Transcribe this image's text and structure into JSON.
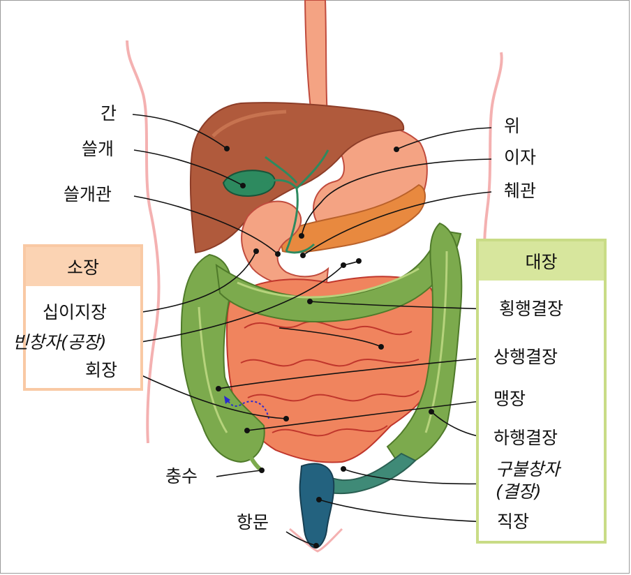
{
  "labels": {
    "liver": "간",
    "gallbladder": "쓸개",
    "bile_duct": "쓸개관",
    "stomach": "위",
    "pancreas": "이자",
    "pancreatic_duct": "췌관",
    "duodenum": "십이지장",
    "jejunum": "빈창자(공장)",
    "ileum": "회장",
    "transverse_colon": "횡행결장",
    "ascending_colon": "상행결장",
    "cecum": "맹장",
    "descending_colon": "하행결장",
    "sigmoid_colon_1": "구불창자",
    "sigmoid_colon_2": "(결장)",
    "rectum": "직장",
    "appendix": "충수",
    "anus": "항문"
  },
  "groups": {
    "small_intestine": "소장",
    "large_intestine": "대장"
  },
  "colors": {
    "small_box_border": "#f9c9a4",
    "small_box_header": "#fbd3b3",
    "large_box_border": "#c9dc86",
    "large_box_header": "#d7e69d",
    "liver": "#b05a3c",
    "stomach": "#f4a383",
    "pancreas": "#e8893f",
    "small_intestine": "#f0845e",
    "colon": "#7caa4d",
    "rectum": "#23627f",
    "bile": "#2d8a5f"
  }
}
